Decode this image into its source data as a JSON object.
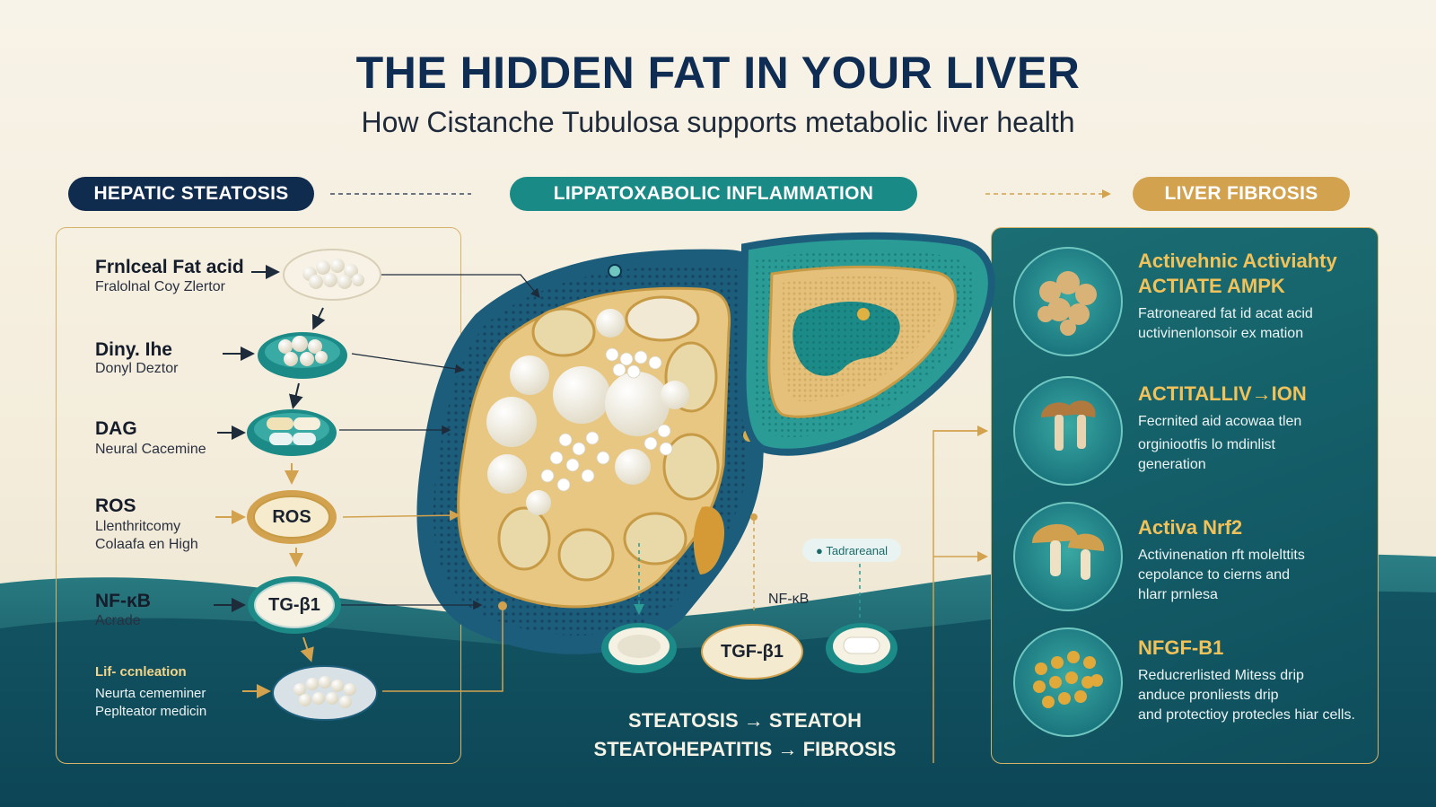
{
  "header": {
    "title": "THE HIDDEN FAT IN YOUR LIVER",
    "subtitle": "How Cistanche Tubulosa supports metabolic liver health"
  },
  "stages": {
    "left": "HEPATIC STEATOSIS",
    "middle": "LIPPATOXABOLIC INFLAMMATION",
    "right": "LIVER FIBROSIS"
  },
  "left_items": [
    {
      "title": "Frnlceal Fat acid",
      "sub1": "Fralolnal Coy Zlertor",
      "sub2": ""
    },
    {
      "title": "Diny. Ihe",
      "sub1": "Donyl Deztor",
      "sub2": ""
    },
    {
      "title": "DAG",
      "sub1": "Neural Cacemine",
      "sub2": ""
    },
    {
      "title": "ROS",
      "sub1": "Llenthritcomy",
      "sub2": "Colaafa en High"
    },
    {
      "title": "NF-κB",
      "sub1": "Acrade",
      "sub2": ""
    },
    {
      "title": "Lif- ccnleation",
      "sub1": "Neurta cememiner",
      "sub2": "Peplteator medicin"
    }
  ],
  "nodes": {
    "ros": "ROS",
    "tgb1": "TG-β1",
    "tgf_mid": "TGF-β1"
  },
  "middle": {
    "badge": "Tadrareanal",
    "nfkb": "NF-κB",
    "progression_line1": "STEATOSIS → STEATOH",
    "progression_line2": "STEATOHEPATITIS → FIBROSIS"
  },
  "right_items": [
    {
      "title1": "Activehnic Activiahty",
      "title2": "ACTIATE AMPK",
      "sub1": "Fatroneared fat id acat acid",
      "sub2": "uctivinenlonsoir ex mation",
      "sub3": ""
    },
    {
      "title1": "ACTITALLIV→ION",
      "title2": "",
      "sub1": "Fecrnited aid acowaa tlen",
      "sub2": "orginiootfis lo mdinlist",
      "sub3": "generation"
    },
    {
      "title1": "Activa Nrf2",
      "title2": "",
      "sub1": "Activinenation rft molelttits",
      "sub2": "cepolance to cierns and",
      "sub3": "hlarr prnlesa"
    },
    {
      "title1": "NFGF-B1",
      "title2": "",
      "sub1": "Reducrerlisted Mitess drip",
      "sub2": "anduce pronliests drip",
      "sub3": "and protectioy protecles hiar cells."
    }
  ],
  "colors": {
    "navy": "#0f2b4e",
    "teal": "#1a8a86",
    "gold": "#d2a24e",
    "dark_teal": "#145f69"
  }
}
